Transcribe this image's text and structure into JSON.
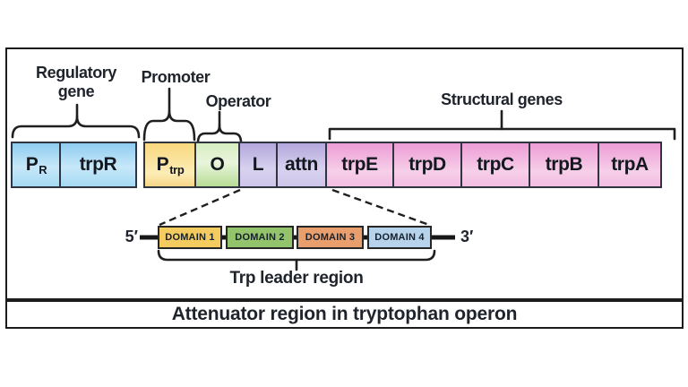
{
  "caption": "Attenuator region in tryptophan operon",
  "annotations": {
    "regulatory_gene_line1": "Regulatory",
    "regulatory_gene_line2": "gene",
    "promoter": "Promoter",
    "operator": "Operator",
    "structural_genes": "Structural genes"
  },
  "gene_bar": {
    "segments": [
      {
        "label": "P",
        "sub": "R"
      },
      {
        "label": "trpR"
      },
      {
        "label": "P",
        "sub": "trp"
      },
      {
        "label": "O"
      },
      {
        "label": "L"
      },
      {
        "label": "attn"
      },
      {
        "label": "trpE"
      },
      {
        "label": "trpD"
      },
      {
        "label": "trpC"
      },
      {
        "label": "trpB"
      },
      {
        "label": "trpA"
      }
    ]
  },
  "attenuator": {
    "five_prime": "5′",
    "three_prime": "3′",
    "domains": [
      {
        "label": "DOMAIN 1"
      },
      {
        "label": "DOMAIN 2"
      },
      {
        "label": "DOMAIN 3"
      },
      {
        "label": "DOMAIN 4"
      }
    ],
    "leader_label": "Trp leader region"
  },
  "palette": {
    "regulatory_blue": "#9ed6f2",
    "promoter_yellow": "#f8d67c",
    "operator_green": "#c7e6ae",
    "leader_purple": "#bcb1e2",
    "structural_pink": "#ef9fd8",
    "domain1_gold": "#f3cb5e",
    "domain2_green": "#93c36a",
    "domain3_salmon": "#e99e6e",
    "domain4_blue": "#b7d3eb",
    "outline_black": "#1c1c1c"
  }
}
